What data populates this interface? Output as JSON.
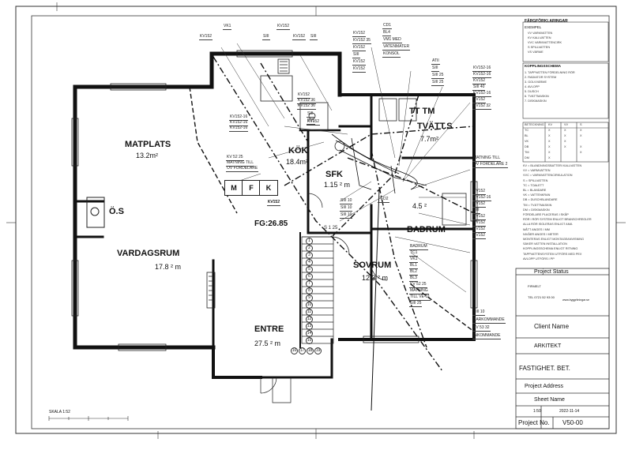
{
  "rooms": {
    "matplats": {
      "name": "MATPLATS",
      "area": "13.2m²"
    },
    "kok": {
      "name": "KÖK",
      "area": "18.4m²"
    },
    "sfk": {
      "name": "SFK",
      "area": "1.15 ² m"
    },
    "ttm": {
      "name": "TT TM",
      "sub": "TVÄTT.S",
      "area": "7.7m²"
    },
    "badrum": {
      "name": "BADRUM",
      "area": "4.5 ²"
    },
    "os": {
      "name": "Ö.S"
    },
    "vardagsrum": {
      "name": "VARDAGSRUM",
      "area": "17.8 ² m"
    },
    "sovrum": {
      "name": "SOVRUM",
      "area": "12.3 ² m"
    },
    "entre": {
      "name": "ENTRE",
      "area": "27.5 ² m"
    }
  },
  "fg": "FG:26.85",
  "mfk": [
    "M",
    "F",
    "K"
  ],
  "stair_numbers": [
    "1",
    "2",
    "3",
    "4",
    "5",
    "6",
    "7",
    "8",
    "9",
    "10",
    "11",
    "12",
    "13",
    "14",
    "15",
    "16",
    "17",
    "18",
    "19"
  ],
  "stair_label": "S 1 25",
  "circuit_labels": {
    "top_left_a": "KV152",
    "top_left_b": "VK1",
    "top_c": "SIII",
    "top_d": "KV152",
    "top_e": "KV152",
    "top_f": "SIII",
    "col1": [
      "KV152",
      "KV152 35",
      "KV152",
      "SIII",
      "KV152",
      "KV152"
    ],
    "col2": [
      "CD1",
      "BL4",
      "VM1 MED",
      "VATENMATER",
      "KONSOL"
    ],
    "col3": [
      "ATII",
      "SIII",
      "SIII 25",
      "SIII 25"
    ],
    "kitchen_a": [
      "KV152",
      "KV152 36",
      "KV152 36"
    ],
    "kitchen_b": [
      "KV152-16",
      "KV152-16",
      "KV152-16"
    ],
    "kitchen_c": [
      "KV 52 25",
      "MATNING TILL",
      "OV FORDELARE"
    ],
    "kitchen_d": [
      "SIII",
      "BV1"
    ],
    "laundry_right": [
      "KV152-16",
      "KV152-16",
      "KV152 ",
      "SIII 40",
      "KV152-16",
      "KV152",
      "KV152 32"
    ],
    "sfk_bottom": [
      "SIII 10",
      "SIII 10",
      "SIII 10"
    ],
    "badrum_right": [
      "KV152",
      "KV152-16",
      "KV152",
      "SIII",
      "KV152",
      "KV152",
      "KV152",
      "KV152"
    ],
    "sovrum_box": [
      "BADRUM",
      "TC1",
      "VK1",
      "BL1",
      "BL2",
      "BL3",
      "KV 52 25",
      "MATNING",
      "TILL VE-01",
      "SIII 25"
    ],
    "bottom_right": [
      "SIII 10",
      "BARKOMMANDE",
      "KV 53 32",
      "INKOMMANDE"
    ],
    "fordelare": "OV FORDELARE 2",
    "matning_till": "MATNING TILL",
    "ffd": "FFD2",
    "kv_top_kitchen": "KV152",
    "bottom_kitchen": [
      "KV152",
      "KV152",
      "KV152"
    ]
  },
  "scale": {
    "label": "SKALA 1:52"
  },
  "legend": {
    "title": "FÄRGFÖRKLARINGAR",
    "subtitle": "EXEMPEL",
    "items": [
      "VV VARMVATTEN",
      "KV KALLVATTEN",
      "VVC VARMVATTENCIRK",
      "S SPILLVATTEN",
      "VS VÄRME"
    ],
    "heading2": "KOPPLINGSSCHEMA",
    "list": [
      "1. TAPPVATTEN FÖRDELNING RÖR",
      "2. RADIATOR SYSTEM",
      "3. GOLVVÄRME",
      "4. AVLOPP",
      "5. DUSCH",
      "6. TVÄTTMASKIN",
      "7. DISKMASKIN"
    ],
    "table_head": [
      "BETECKNING",
      "KV",
      "VV",
      "S"
    ],
    "table_rows": [
      [
        "TC",
        "X",
        "X",
        "X"
      ],
      [
        "BL",
        "X",
        "X",
        "X"
      ],
      [
        "VK",
        "X",
        "X",
        ""
      ],
      [
        "DB",
        "X",
        "X",
        "X"
      ],
      [
        "TM",
        "X",
        "",
        "X"
      ],
      [
        "DM",
        "X",
        "",
        ""
      ]
    ],
    "notes": [
      "KV = BLANDNINGSBATTERI KALLVATTEN",
      "VV = VARMVATTEN",
      "VVC = VARMVATTENCIRKULATION",
      "S = SPILLVATTEN",
      "TC = TOALETT",
      "BL = BLANDARE",
      "VK = VATTENKRAN",
      "DB = DUSCHBLANDARE",
      "TM = TVÄTTMASKIN",
      "DM = DISKMASKIN",
      "FÖRDELARE PLACERAS I SKÅP",
      "RÖR I RÖR SYSTEM ENLIGT BRANSCHREGLER",
      "ALLA RÖR ISOLERAS ENLIGT AMA",
      "MÅTT ANGES I MM",
      "NIVÅER ANGES I METER",
      "MONTERAS ENLIGT MONTAGEANVISNING",
      "SÄKER VATTEN INSTALLATION",
      "KOPPLINGSSCHEMA ENLIGT RITNING",
      "TAPPVATTENSYSTEM UTFÖRS MED PEX",
      "AVLOPP UTFÖRS I PP"
    ]
  },
  "title_block": {
    "project_status": "Project Status",
    "company": "FIRMELT",
    "company_line": "TEL 0721 52 93 00",
    "company_web": "www.byggritningar.se",
    "client": "Client Name",
    "arkitekt": "ARKITEKT",
    "fastighet": "FASTIGHET. BET.",
    "project_address": "Project Address",
    "sheet_name": "Sheet Name",
    "scale": "1:50",
    "date": "2022-11-14",
    "project_no": "Project No.",
    "sheet_no": "V50-00"
  }
}
